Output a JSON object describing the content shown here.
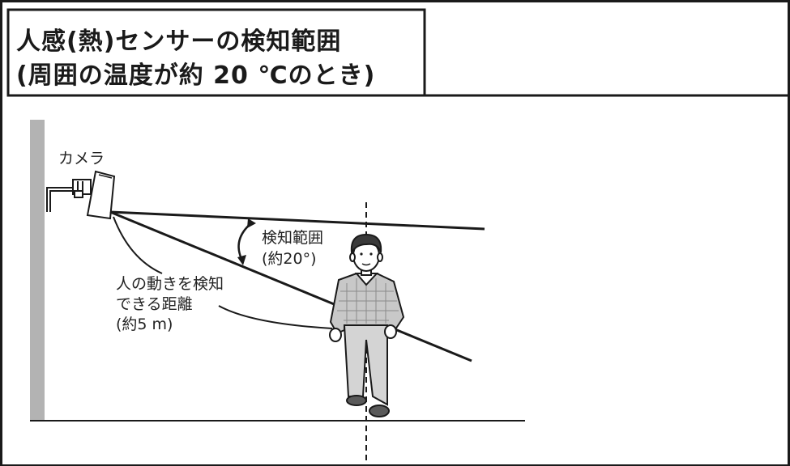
{
  "title": {
    "line1": "人感(熱)センサーの検知範囲",
    "line2": "(周囲の温度が約 20 ℃のとき)"
  },
  "labels": {
    "camera": "カメラ",
    "detect_range": "検知範囲",
    "detect_angle": "(約20°)",
    "distance_line1": "人の動きを検知",
    "distance_line2": "できる距離",
    "distance_line3": "(約5 m)"
  }
}
